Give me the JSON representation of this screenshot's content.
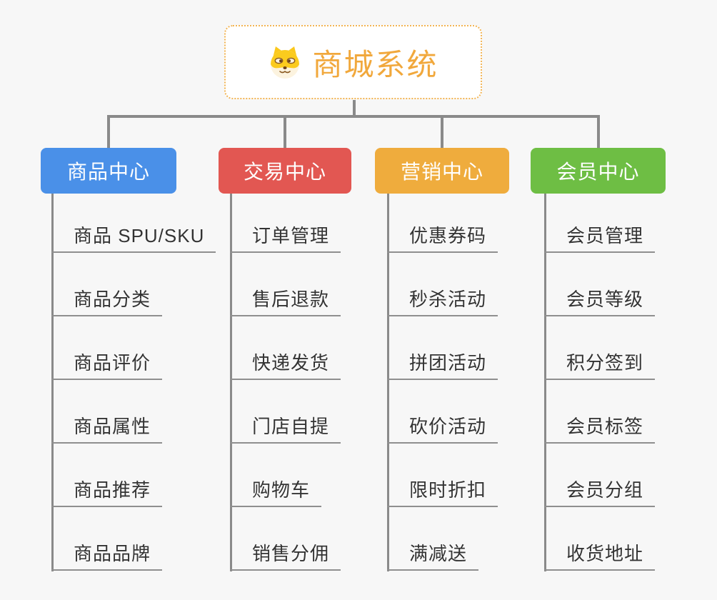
{
  "root": {
    "title": "商城系统",
    "icon": "dog-face-icon"
  },
  "branches": [
    {
      "label": "商品中心",
      "color": "#4A90E8",
      "items": [
        "商品 SPU/SKU",
        "商品分类",
        "商品评价",
        "商品属性",
        "商品推荐",
        "商品品牌"
      ]
    },
    {
      "label": "交易中心",
      "color": "#E25752",
      "items": [
        "订单管理",
        "售后退款",
        "快递发货",
        "门店自提",
        "购物车",
        "销售分佣"
      ]
    },
    {
      "label": "营销中心",
      "color": "#EFAC3D",
      "items": [
        "优惠券码",
        "秒杀活动",
        "拼团活动",
        "砍价活动",
        "限时折扣",
        "满减送"
      ]
    },
    {
      "label": "会员中心",
      "color": "#6EBE44",
      "items": [
        "会员管理",
        "会员等级",
        "积分签到",
        "会员标签",
        "会员分组",
        "收货地址"
      ]
    }
  ],
  "colors": {
    "background": "#F7F7F7",
    "connector": "#8A8A8A",
    "underline": "#8F8F8F",
    "root_accent": "#F1A83C",
    "root_border": "#F2B453",
    "item_text": "#333333"
  }
}
